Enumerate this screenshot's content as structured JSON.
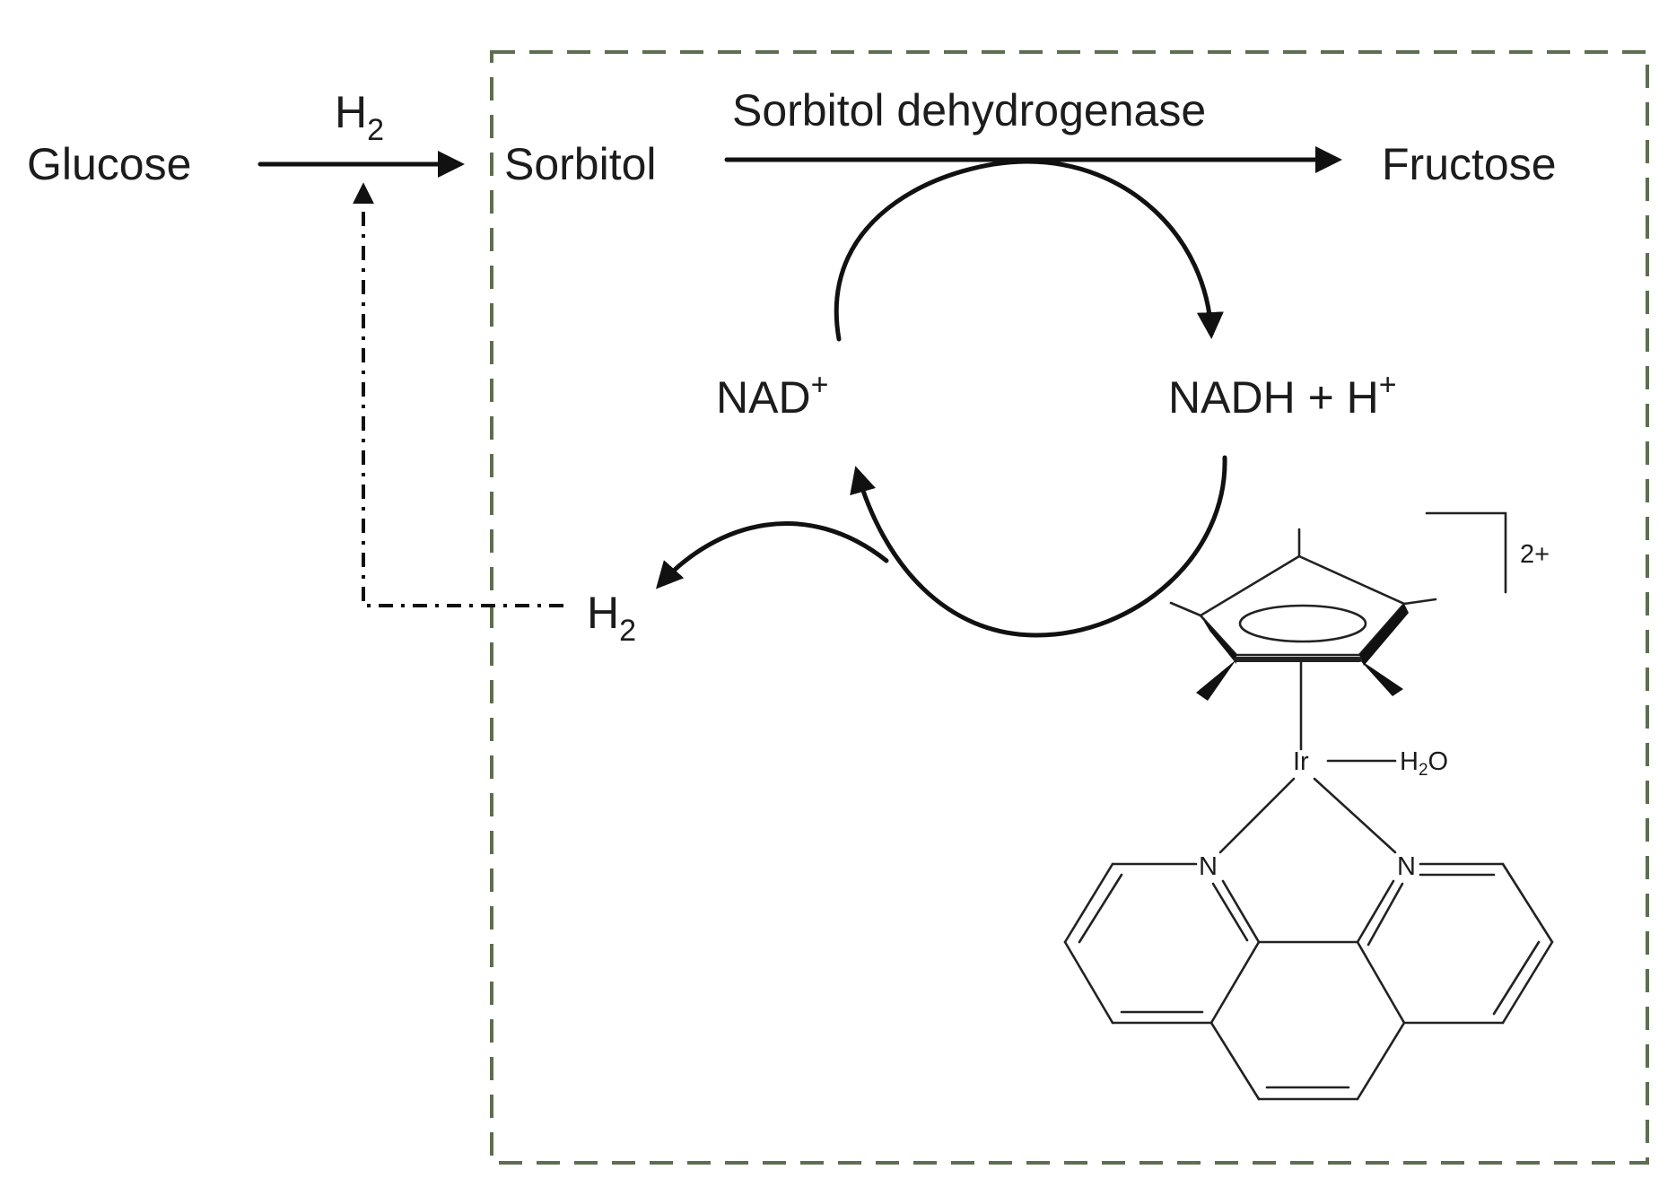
{
  "colors": {
    "ink": "#111111",
    "box": "#5e6e50",
    "background": "#ffffff"
  },
  "labels": {
    "glucose": "Glucose",
    "sorbitol": "Sorbitol",
    "fructose": "Fructose",
    "enzyme": "Sorbitol dehydrogenase",
    "nad": "NAD",
    "nad_charge": "+",
    "nadh": "NADH + H",
    "nadh_charge": "+",
    "h2_top": "H",
    "h2_top_sub": "2",
    "h2_mid": "H",
    "h2_mid_sub": "2"
  },
  "complex": {
    "charge": "2+",
    "metal": "Ir",
    "ligand_h": "H",
    "ligand_sub": "2",
    "ligand_o": "O",
    "nitrogen_left": "N",
    "nitrogen_right": "N"
  }
}
